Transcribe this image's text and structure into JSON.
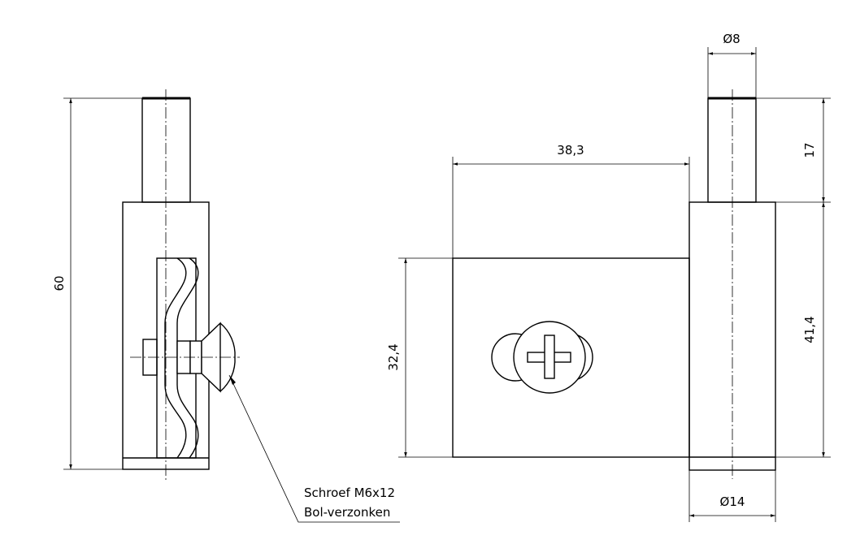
{
  "dimensions": {
    "height_total": "60",
    "pin_diameter": "Ø8",
    "arm_length": "38,3",
    "pin_length": "17",
    "body_height": "41,4",
    "plate_height": "32,4",
    "body_diameter": "Ø14"
  },
  "callout": {
    "line1": "Schroef M6x12",
    "line2": "Bol-verzonken"
  }
}
